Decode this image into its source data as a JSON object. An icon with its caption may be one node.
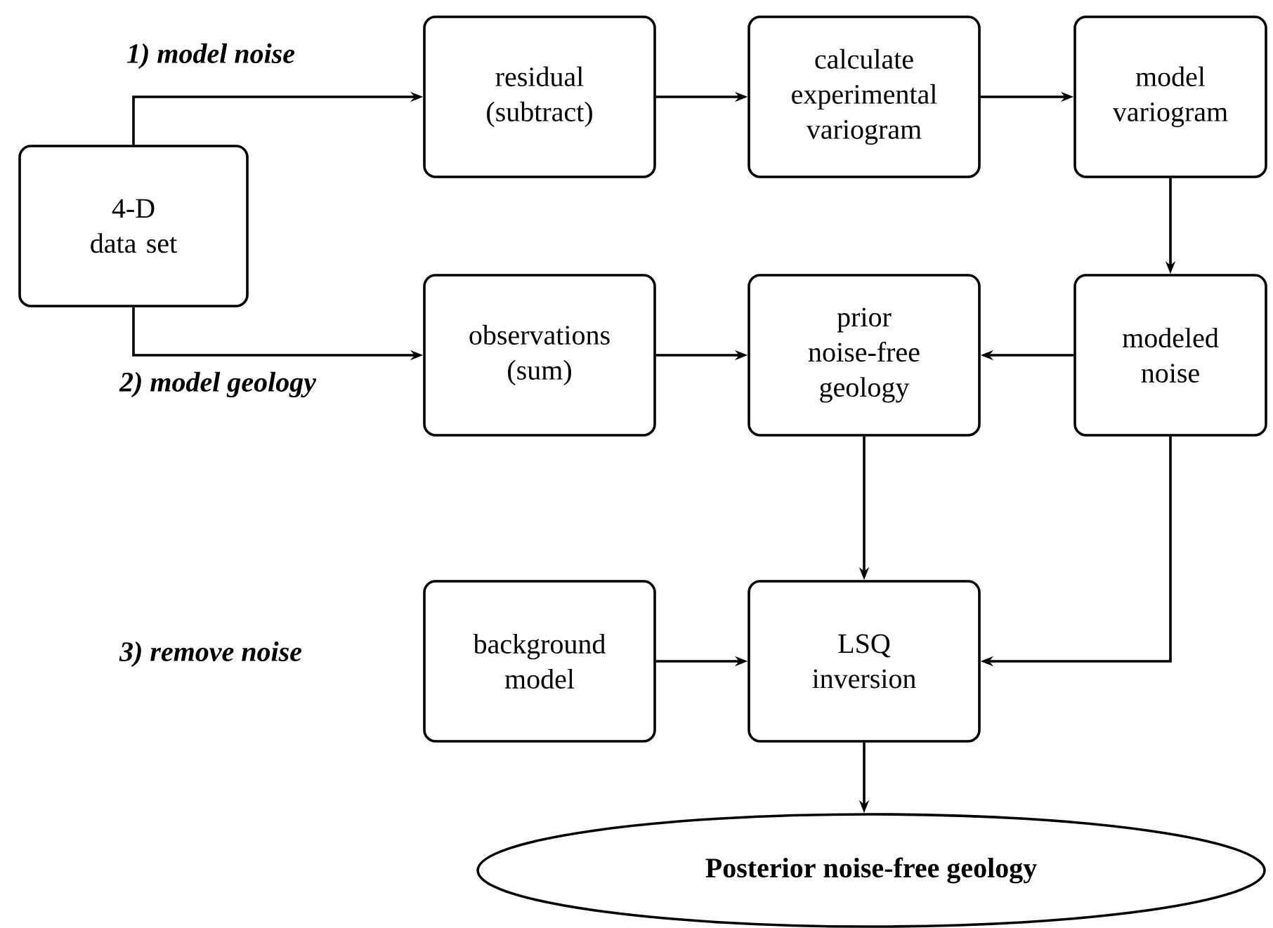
{
  "diagram": {
    "nodes": [
      {
        "text": [
          "4-D data set"
        ]
      },
      {
        "text": [
          "residual (subtract)"
        ]
      },
      {
        "text": [
          "calculate experimental variogram"
        ]
      },
      {
        "text": [
          "model variogram"
        ]
      },
      {
        "text": [
          "observations (sum)"
        ]
      },
      {
        "text": [
          "prior noise-free geology"
        ]
      },
      {
        "text": [
          "modeled noise"
        ]
      },
      {
        "text": [
          "background model"
        ]
      },
      {
        "text": [
          "LSQ inversion"
        ]
      },
      {
        "text": [
          "Posterior noise-free geology"
        ]
      }
    ],
    "edges": [
      {
        "from": 0,
        "to": 1,
        "arrow": "to",
        "label": "1) model noise"
      },
      {
        "from": 0,
        "to": 4,
        "arrow": "to",
        "label": "2) model geology"
      },
      {
        "from": 1,
        "to": 2,
        "arrow": "to"
      },
      {
        "from": 2,
        "to": 3,
        "arrow": "to"
      },
      {
        "from": 3,
        "to": 6,
        "arrow": "to"
      },
      {
        "from": 4,
        "to": 5,
        "arrow": "to"
      },
      {
        "from": 6,
        "to": 5,
        "arrow": "to"
      },
      {
        "from": 5,
        "to": 8,
        "arrow": "to"
      },
      {
        "from": 6,
        "to": 8,
        "arrow": "to"
      },
      {
        "from": 7,
        "to": 8,
        "arrow": "to"
      },
      {
        "from": 8,
        "to": 9,
        "arrow": "to"
      }
    ],
    "labels": [
      "3) remove noise"
    ]
  }
}
